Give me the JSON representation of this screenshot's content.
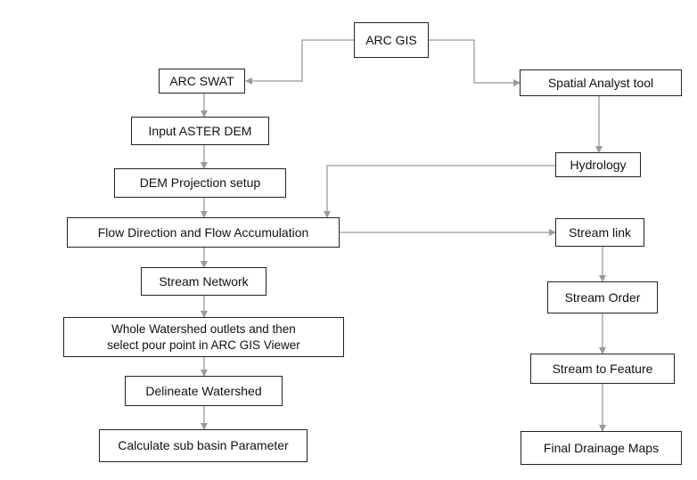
{
  "diagram": {
    "nodes": {
      "arc_gis": "ARC GIS",
      "arc_swat": "ARC SWAT",
      "spatial_analyst_tool": "Spatial Analyst tool",
      "input_aster_dem": "Input ASTER DEM",
      "hydrology": "Hydrology",
      "dem_projection_setup": "DEM Projection setup",
      "flow_direction_accumulation": "Flow Direction and Flow Accumulation",
      "stream_link": "Stream link",
      "stream_network": "Stream Network",
      "stream_order": "Stream Order",
      "whole_watershed_outlets": "Whole Watershed outlets and then\nselect pour point in ARC GIS Viewer",
      "stream_to_feature": "Stream to Feature",
      "delineate_watershed": "Delineate Watershed",
      "calculate_sub_basin": "Calculate sub basin Parameter",
      "final_drainage_maps": "Final Drainage Maps"
    },
    "edges": [
      {
        "from": "arc_gis",
        "to": "arc_swat"
      },
      {
        "from": "arc_gis",
        "to": "spatial_analyst_tool"
      },
      {
        "from": "arc_swat",
        "to": "input_aster_dem"
      },
      {
        "from": "input_aster_dem",
        "to": "dem_projection_setup"
      },
      {
        "from": "dem_projection_setup",
        "to": "flow_direction_accumulation"
      },
      {
        "from": "spatial_analyst_tool",
        "to": "hydrology"
      },
      {
        "from": "hydrology",
        "to": "flow_direction_accumulation"
      },
      {
        "from": "flow_direction_accumulation",
        "to": "stream_link"
      },
      {
        "from": "flow_direction_accumulation",
        "to": "stream_network"
      },
      {
        "from": "stream_network",
        "to": "whole_watershed_outlets"
      },
      {
        "from": "whole_watershed_outlets",
        "to": "delineate_watershed"
      },
      {
        "from": "delineate_watershed",
        "to": "calculate_sub_basin"
      },
      {
        "from": "stream_link",
        "to": "stream_order"
      },
      {
        "from": "stream_order",
        "to": "stream_to_feature"
      },
      {
        "from": "stream_to_feature",
        "to": "final_drainage_maps"
      }
    ],
    "colors": {
      "box_border": "#222222",
      "connector": "#9a9a9a",
      "text": "#111111",
      "background": "#ffffff"
    }
  }
}
